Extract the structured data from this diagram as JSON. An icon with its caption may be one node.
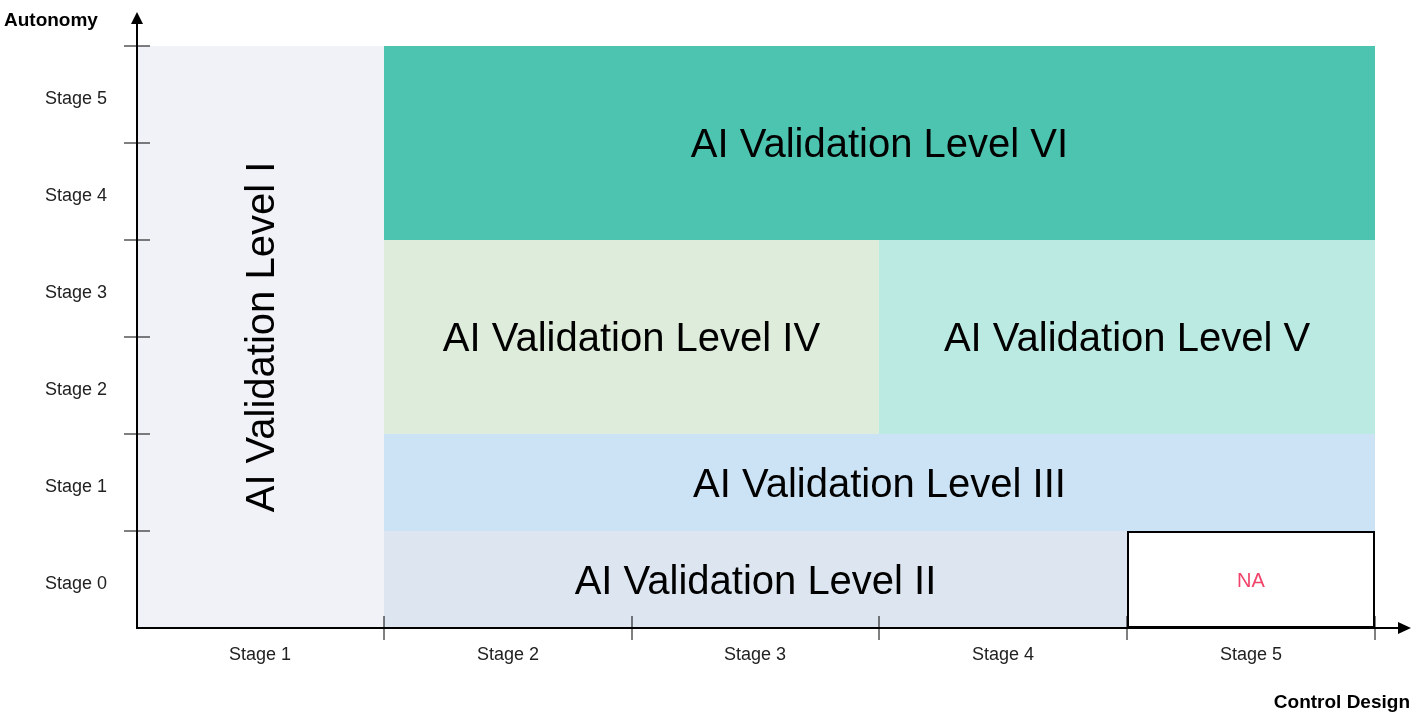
{
  "diagram": {
    "nodes": [
      {
        "text": [
          "AI Validation Level I"
        ]
      },
      {
        "text": [
          "AI Validation Level VI"
        ]
      },
      {
        "text": [
          "AI Validation Level IV"
        ]
      },
      {
        "text": [
          "AI Validation Level V"
        ]
      },
      {
        "text": [
          "AI Validation Level III"
        ]
      },
      {
        "text": [
          "AI Validation Level II"
        ]
      },
      {
        "text": [
          "NA"
        ]
      }
    ],
    "edges": [],
    "labels": [
      "Autonomy",
      "Stage 5",
      "Stage 4",
      "Stage 3",
      "Stage 2",
      "Stage 1",
      "Stage 0",
      "Stage 1",
      "Stage 2",
      "Stage 3",
      "Stage 4",
      "Stage 5",
      "Control Design"
    ]
  }
}
